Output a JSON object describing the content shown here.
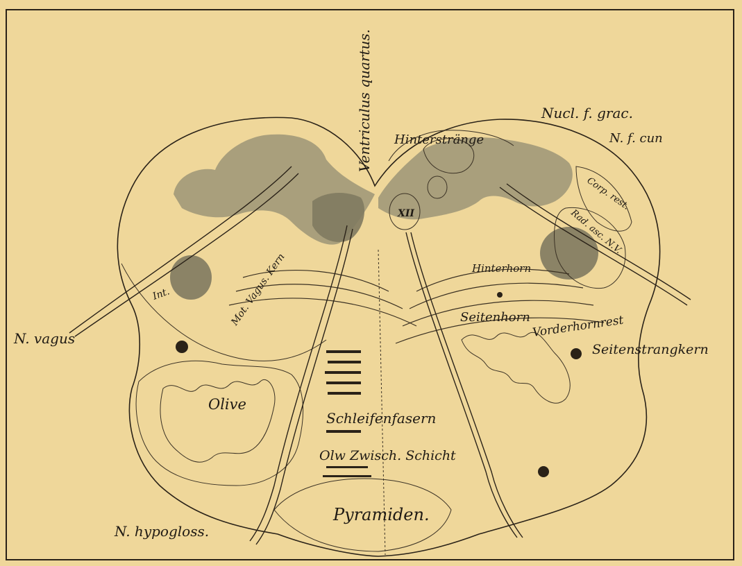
{
  "labels": {
    "ventriculus": "Ventriculus quartus.",
    "nucl_grac": "Nucl. f. grac.",
    "n_f_cun": "N. f. cun",
    "hinterstraenge": "Hinterstränge",
    "corp_rest": "Corp. rest.",
    "rad_asc": "Rad. asc. N.V.",
    "hinterhorn": "Hinterhorn",
    "n_vagus": "N. vagus",
    "int": "Int.",
    "mot_vagus": "Mot. Vagus. Kern",
    "xii": "XII",
    "seitenhorn": "Seitenhorn",
    "vorderhornrest": "Vorderhornrest",
    "seitenstrangkern": "Seitenstrangkern",
    "olive": "Olive",
    "schleifenfasern": "Schleifenfasern",
    "olw_zwisch": "Olw Zwisch. Schicht",
    "pyramiden": "Pyramiden.",
    "n_hypogloss": "N. hypogloss."
  },
  "colors": {
    "paper": "#efd79a",
    "ink": "#2a2218",
    "stain": "#8a846a"
  }
}
